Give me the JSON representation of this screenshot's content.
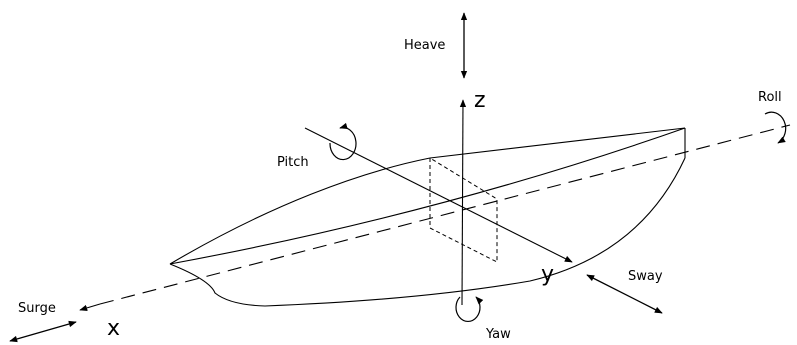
{
  "labels": {
    "heave": "Heave",
    "pitch": "Pitch",
    "roll": "Roll",
    "sway": "Sway",
    "surge": "Surge",
    "yaw": "Yaw"
  },
  "axes": {
    "x": "x",
    "y": "y",
    "z": "z"
  },
  "colors": {
    "ink": "#000000",
    "background": "#ffffff"
  }
}
